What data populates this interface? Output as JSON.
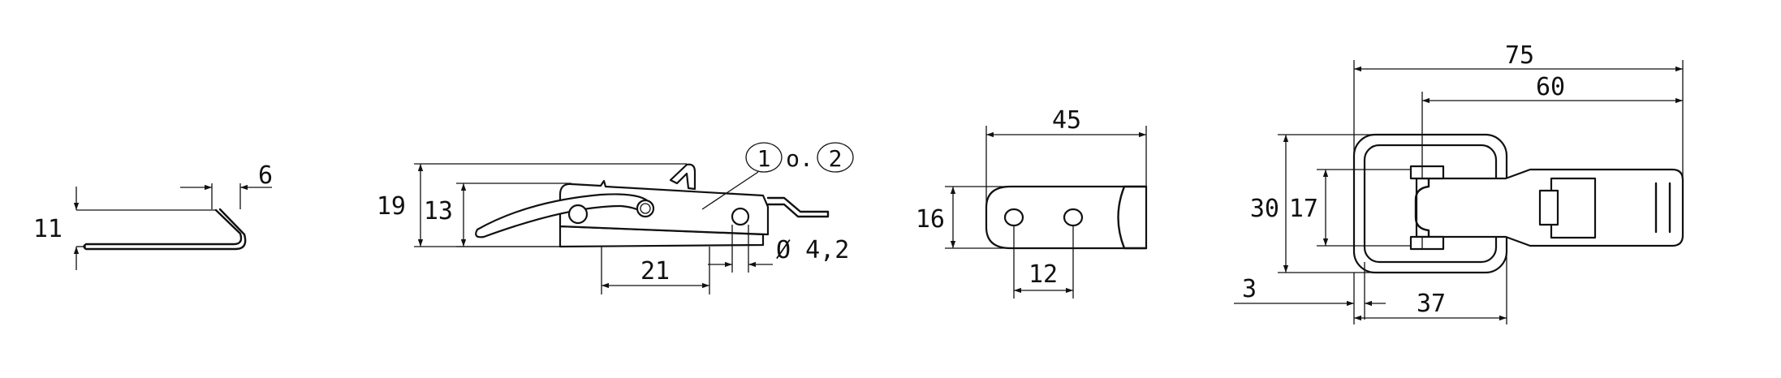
{
  "dimensions": {
    "spring_height": "11",
    "spring_lip": "6",
    "latch_height_total": "19",
    "latch_height_body": "13",
    "latch_hole_spacing": "21",
    "latch_hole_diameter": "Ø 4,2",
    "catch_length": "45",
    "catch_height": "16",
    "catch_hole_spacing": "12",
    "top_length_total": "75",
    "top_length_inner": "60",
    "top_height_total": "30",
    "top_height_inner": "17",
    "top_offset": "3",
    "top_frame_width": "37"
  },
  "callouts": {
    "option_one": "1",
    "option_joiner": "o.",
    "option_two": "2"
  }
}
